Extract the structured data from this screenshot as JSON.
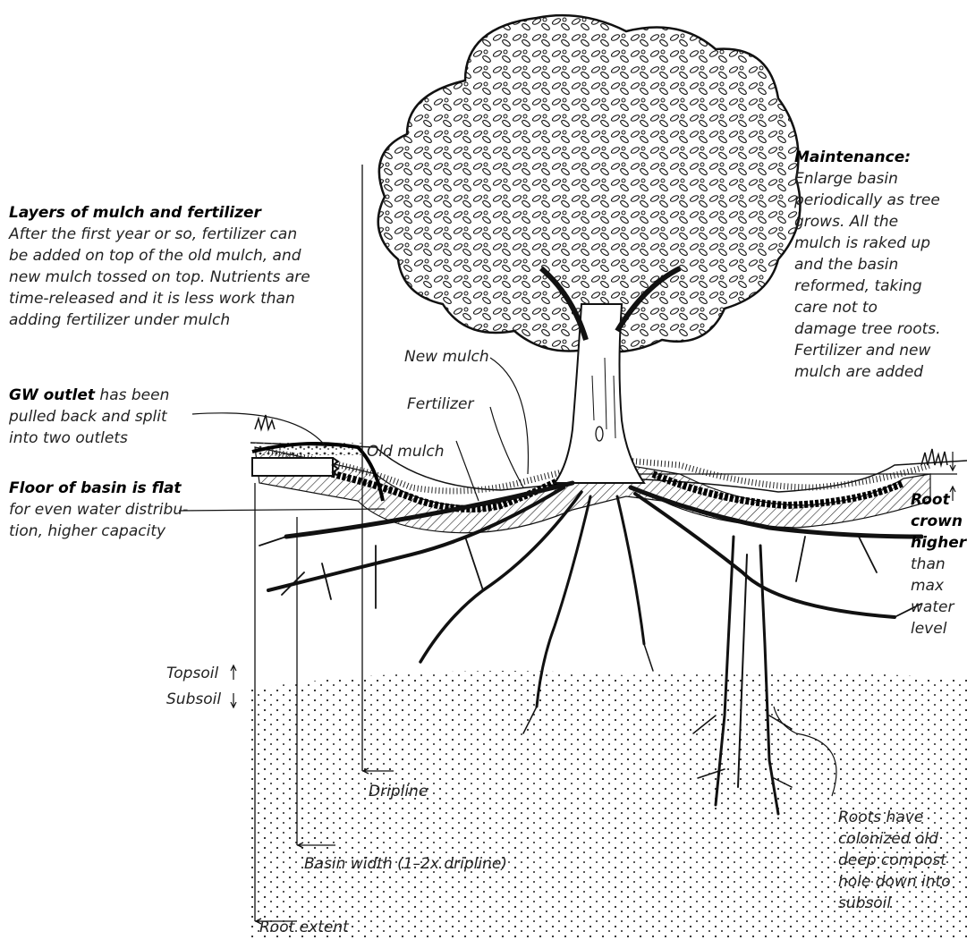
{
  "mulch_block": {
    "title": "Layers of mulch and fertilizer",
    "lines": [
      "After the first year or so, fertilizer can",
      "be added on top of the old mulch, and",
      "new mulch tossed on top. Nutrients are",
      "time-released and it is less work than",
      "adding fertilizer under mulch"
    ]
  },
  "outlet_block": {
    "bold": "GW outlet",
    "line1_rest": " has been",
    "line2": "pulled back and split",
    "line3": "into two outlets"
  },
  "floor_block": {
    "title": "Floor of basin is flat",
    "line1": "for even water distribu-",
    "line2": "tion, higher capacity"
  },
  "maintenance_block": {
    "title": "Maintenance:",
    "lines": [
      "Enlarge basin",
      "periodically as tree",
      "grows. All the",
      "mulch is raked up",
      "and the basin",
      "reformed, taking",
      "care not to",
      "damage tree roots.",
      "Fertilizer and new",
      "mulch are added"
    ]
  },
  "layer_labels": {
    "new_mulch": "New mulch",
    "fertilizer": "Fertilizer",
    "old_mulch": "Old mulch"
  },
  "root_crown": {
    "bold_lines": [
      "Root",
      "crown",
      "higher"
    ],
    "lines": [
      "than",
      "max",
      "water",
      "level"
    ]
  },
  "soil_labels": {
    "topsoil": "Topsoil",
    "subsoil": "Subsoil"
  },
  "extent_labels": {
    "dripline": "Dripline",
    "basin_width": "Basin width (1–2x dripline)",
    "root_extent": "Root extent"
  },
  "compost_block": {
    "lines": [
      "Roots have",
      "colonized old",
      "deep compost",
      "hole down into",
      "subsoil"
    ]
  }
}
